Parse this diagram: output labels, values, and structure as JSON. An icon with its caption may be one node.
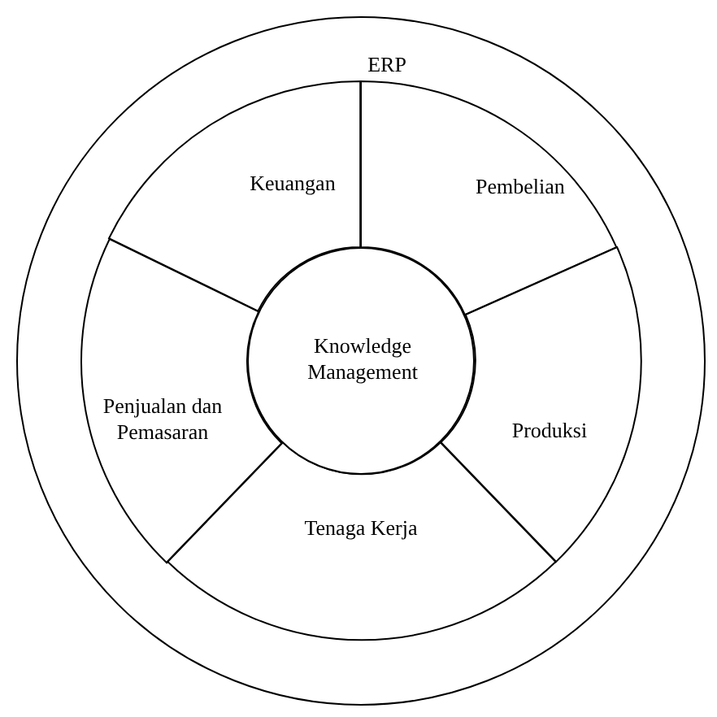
{
  "diagram": {
    "nodes": [
      {
        "text": [
          "ERP"
        ]
      },
      {
        "text": [
          "Keuangan"
        ],
        "in": 0
      },
      {
        "text": [
          "Pembelian"
        ],
        "in": 0
      },
      {
        "text": [
          "Produksi"
        ],
        "in": 0
      },
      {
        "text": [
          "Tenaga Kerja"
        ],
        "in": 0
      },
      {
        "text": [
          "Penjualan dan Pemasaran"
        ],
        "in": 0
      },
      {
        "text": [
          "Knowledge Management"
        ],
        "in": 0
      }
    ],
    "edges": []
  }
}
